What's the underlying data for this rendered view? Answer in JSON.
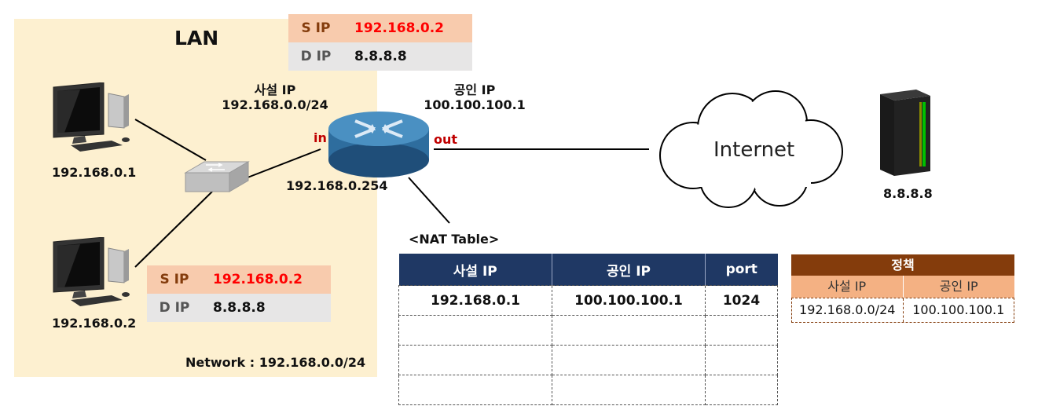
{
  "lan": {
    "title": "LAN",
    "network_label": "Network : 192.168.0.0/24"
  },
  "hosts": [
    {
      "ip": "192.168.0.1"
    },
    {
      "ip": "192.168.0.2"
    }
  ],
  "router": {
    "private_label": "사설 IP",
    "private_net": "192.168.0.0/24",
    "public_label": "공인 IP",
    "public_ip": "100.100.100.1",
    "lan_ip": "192.168.0.254",
    "in_label": "in",
    "out_label": "out"
  },
  "internet": {
    "label": "Internet"
  },
  "server": {
    "ip": "8.8.8.8"
  },
  "packet_top": {
    "s_key": "S IP",
    "s_val": "192.168.0.2",
    "d_key": "D IP",
    "d_val": "8.8.8.8"
  },
  "packet_bottom": {
    "s_key": "S IP",
    "s_val": "192.168.0.2",
    "d_key": "D IP",
    "d_val": "8.8.8.8"
  },
  "nat_table": {
    "title": "<NAT Table>",
    "headers": [
      "사설 IP",
      "공인 IP",
      "port"
    ],
    "rows": [
      [
        "192.168.0.1",
        "100.100.100.1",
        "1024"
      ],
      [
        "",
        "",
        ""
      ],
      [
        "",
        "",
        ""
      ],
      [
        "",
        "",
        ""
      ]
    ]
  },
  "policy": {
    "title": "정책",
    "headers": [
      "사설 IP",
      "공인 IP"
    ],
    "values": [
      "192.168.0.0/24",
      "100.100.100.1"
    ]
  },
  "colors": {
    "lan_bg": "#fdf0d0",
    "source_ip_red": "#ff0000",
    "in_out_red": "#c00000",
    "table_header": "#1f3864",
    "policy_header": "#843c0c",
    "policy_sub": "#f4b183"
  }
}
